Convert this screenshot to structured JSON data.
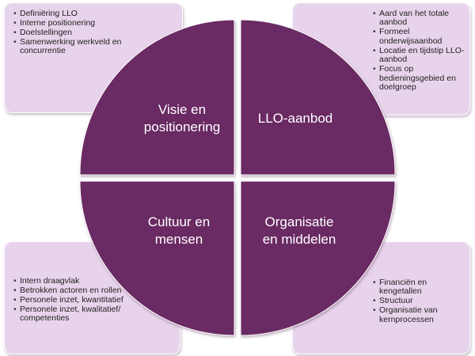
{
  "quadrants": {
    "top_left": {
      "title": "Visie en\npositionering",
      "items": [
        "Definiëring LLO",
        "Interne positionering",
        "Doelstellingen",
        "Samenwerking werkveld en concurrentie"
      ]
    },
    "top_right": {
      "title": "LLO-aanbod",
      "items": [
        "Aard van het totale aanbod",
        "Formeel onderwijsaanbod",
        "Locatie en tijdstip LLO-aanbod",
        "Focus op bedieningsgebied en doelgroep"
      ]
    },
    "bottom_left": {
      "title": "Cultuur en\nmensen",
      "items": [
        "Intern draagvlak",
        "Betrokken actoren en rollen",
        "Personele inzet, kwantitatief",
        "Personele inzet, kwalitatief/ competenties"
      ]
    },
    "bottom_right": {
      "title": "Organisatie\nen middelen",
      "items": [
        "Financiën en kengetallen",
        "Structuur",
        "Organisatie van kernprocessen"
      ]
    }
  },
  "colors": {
    "quadrant_fill": "#6b2a63",
    "card_fill": "#e8d3ec",
    "label_text": "#ffffff"
  }
}
